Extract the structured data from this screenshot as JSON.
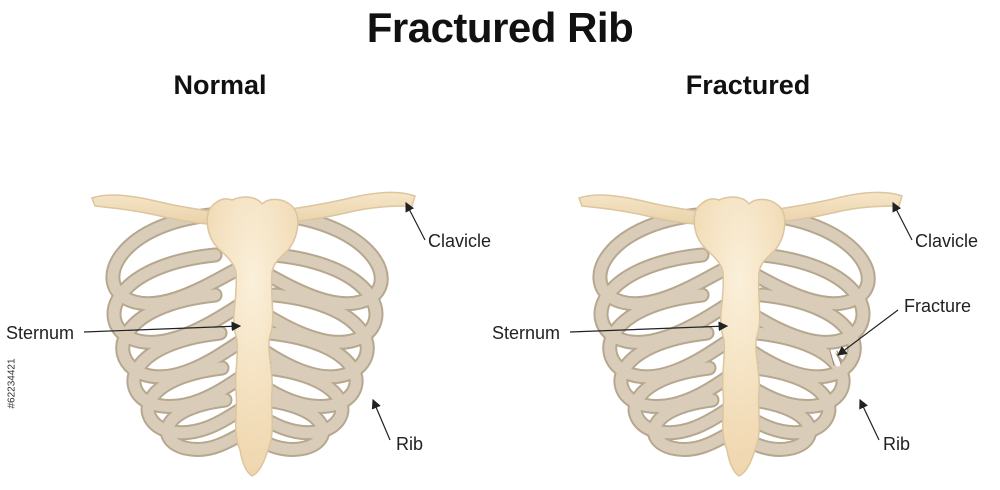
{
  "title": "Fractured Rib",
  "panels": [
    {
      "title": "Normal",
      "labels": {
        "clavicle": "Clavicle",
        "sternum": "Sternum",
        "rib": "Rib"
      }
    },
    {
      "title": "Fractured",
      "labels": {
        "clavicle": "Clavicle",
        "sternum": "Sternum",
        "rib": "Rib",
        "fracture": "Fracture"
      }
    }
  ],
  "stock_id": "#62234421",
  "colors": {
    "rib": "#d3c6b2",
    "rib_edge": "#b3a48d",
    "sternum": "#f3dfbd",
    "sternum_edge": "#d9c098",
    "leader_line": "#222222"
  }
}
